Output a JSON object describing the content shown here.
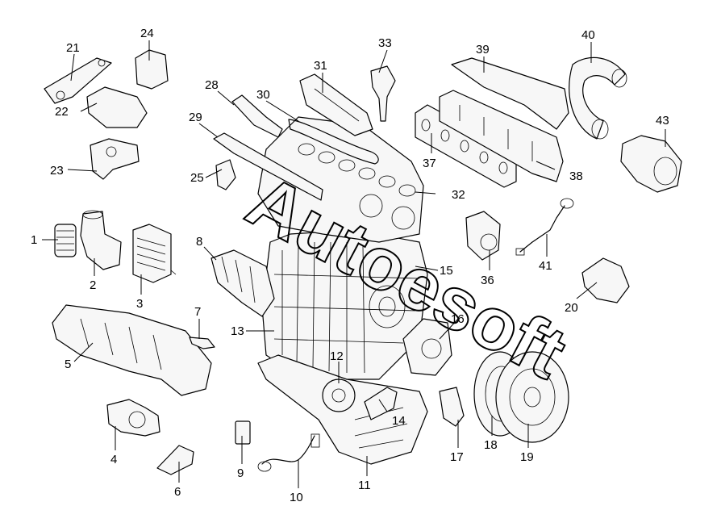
{
  "watermark": "Autoesoft",
  "callouts": [
    {
      "id": "c1",
      "label": "1"
    },
    {
      "id": "c2",
      "label": "2"
    },
    {
      "id": "c3",
      "label": "3"
    },
    {
      "id": "c4",
      "label": "4"
    },
    {
      "id": "c5",
      "label": "5"
    },
    {
      "id": "c6",
      "label": "6"
    },
    {
      "id": "c7",
      "label": "7"
    },
    {
      "id": "c8",
      "label": "8"
    },
    {
      "id": "c9",
      "label": "9"
    },
    {
      "id": "c10",
      "label": "10"
    },
    {
      "id": "c11",
      "label": "11"
    },
    {
      "id": "c12",
      "label": "12"
    },
    {
      "id": "c13",
      "label": "13"
    },
    {
      "id": "c14",
      "label": "14"
    },
    {
      "id": "c15",
      "label": "15"
    },
    {
      "id": "c16",
      "label": "16"
    },
    {
      "id": "c17",
      "label": "17"
    },
    {
      "id": "c18",
      "label": "18"
    },
    {
      "id": "c19",
      "label": "19"
    },
    {
      "id": "c20",
      "label": "20"
    },
    {
      "id": "c21",
      "label": "21"
    },
    {
      "id": "c22",
      "label": "22"
    },
    {
      "id": "c23",
      "label": "23"
    },
    {
      "id": "c24",
      "label": "24"
    },
    {
      "id": "c25",
      "label": "25"
    },
    {
      "id": "c28",
      "label": "28"
    },
    {
      "id": "c29",
      "label": "29"
    },
    {
      "id": "c30",
      "label": "30"
    },
    {
      "id": "c31",
      "label": "31"
    },
    {
      "id": "c32",
      "label": "32"
    },
    {
      "id": "c33",
      "label": "33"
    },
    {
      "id": "c36",
      "label": "36"
    },
    {
      "id": "c37",
      "label": "37"
    },
    {
      "id": "c38",
      "label": "38"
    },
    {
      "id": "c39",
      "label": "39"
    },
    {
      "id": "c40",
      "label": "40"
    },
    {
      "id": "c41",
      "label": "41"
    },
    {
      "id": "c43",
      "label": "43"
    }
  ]
}
